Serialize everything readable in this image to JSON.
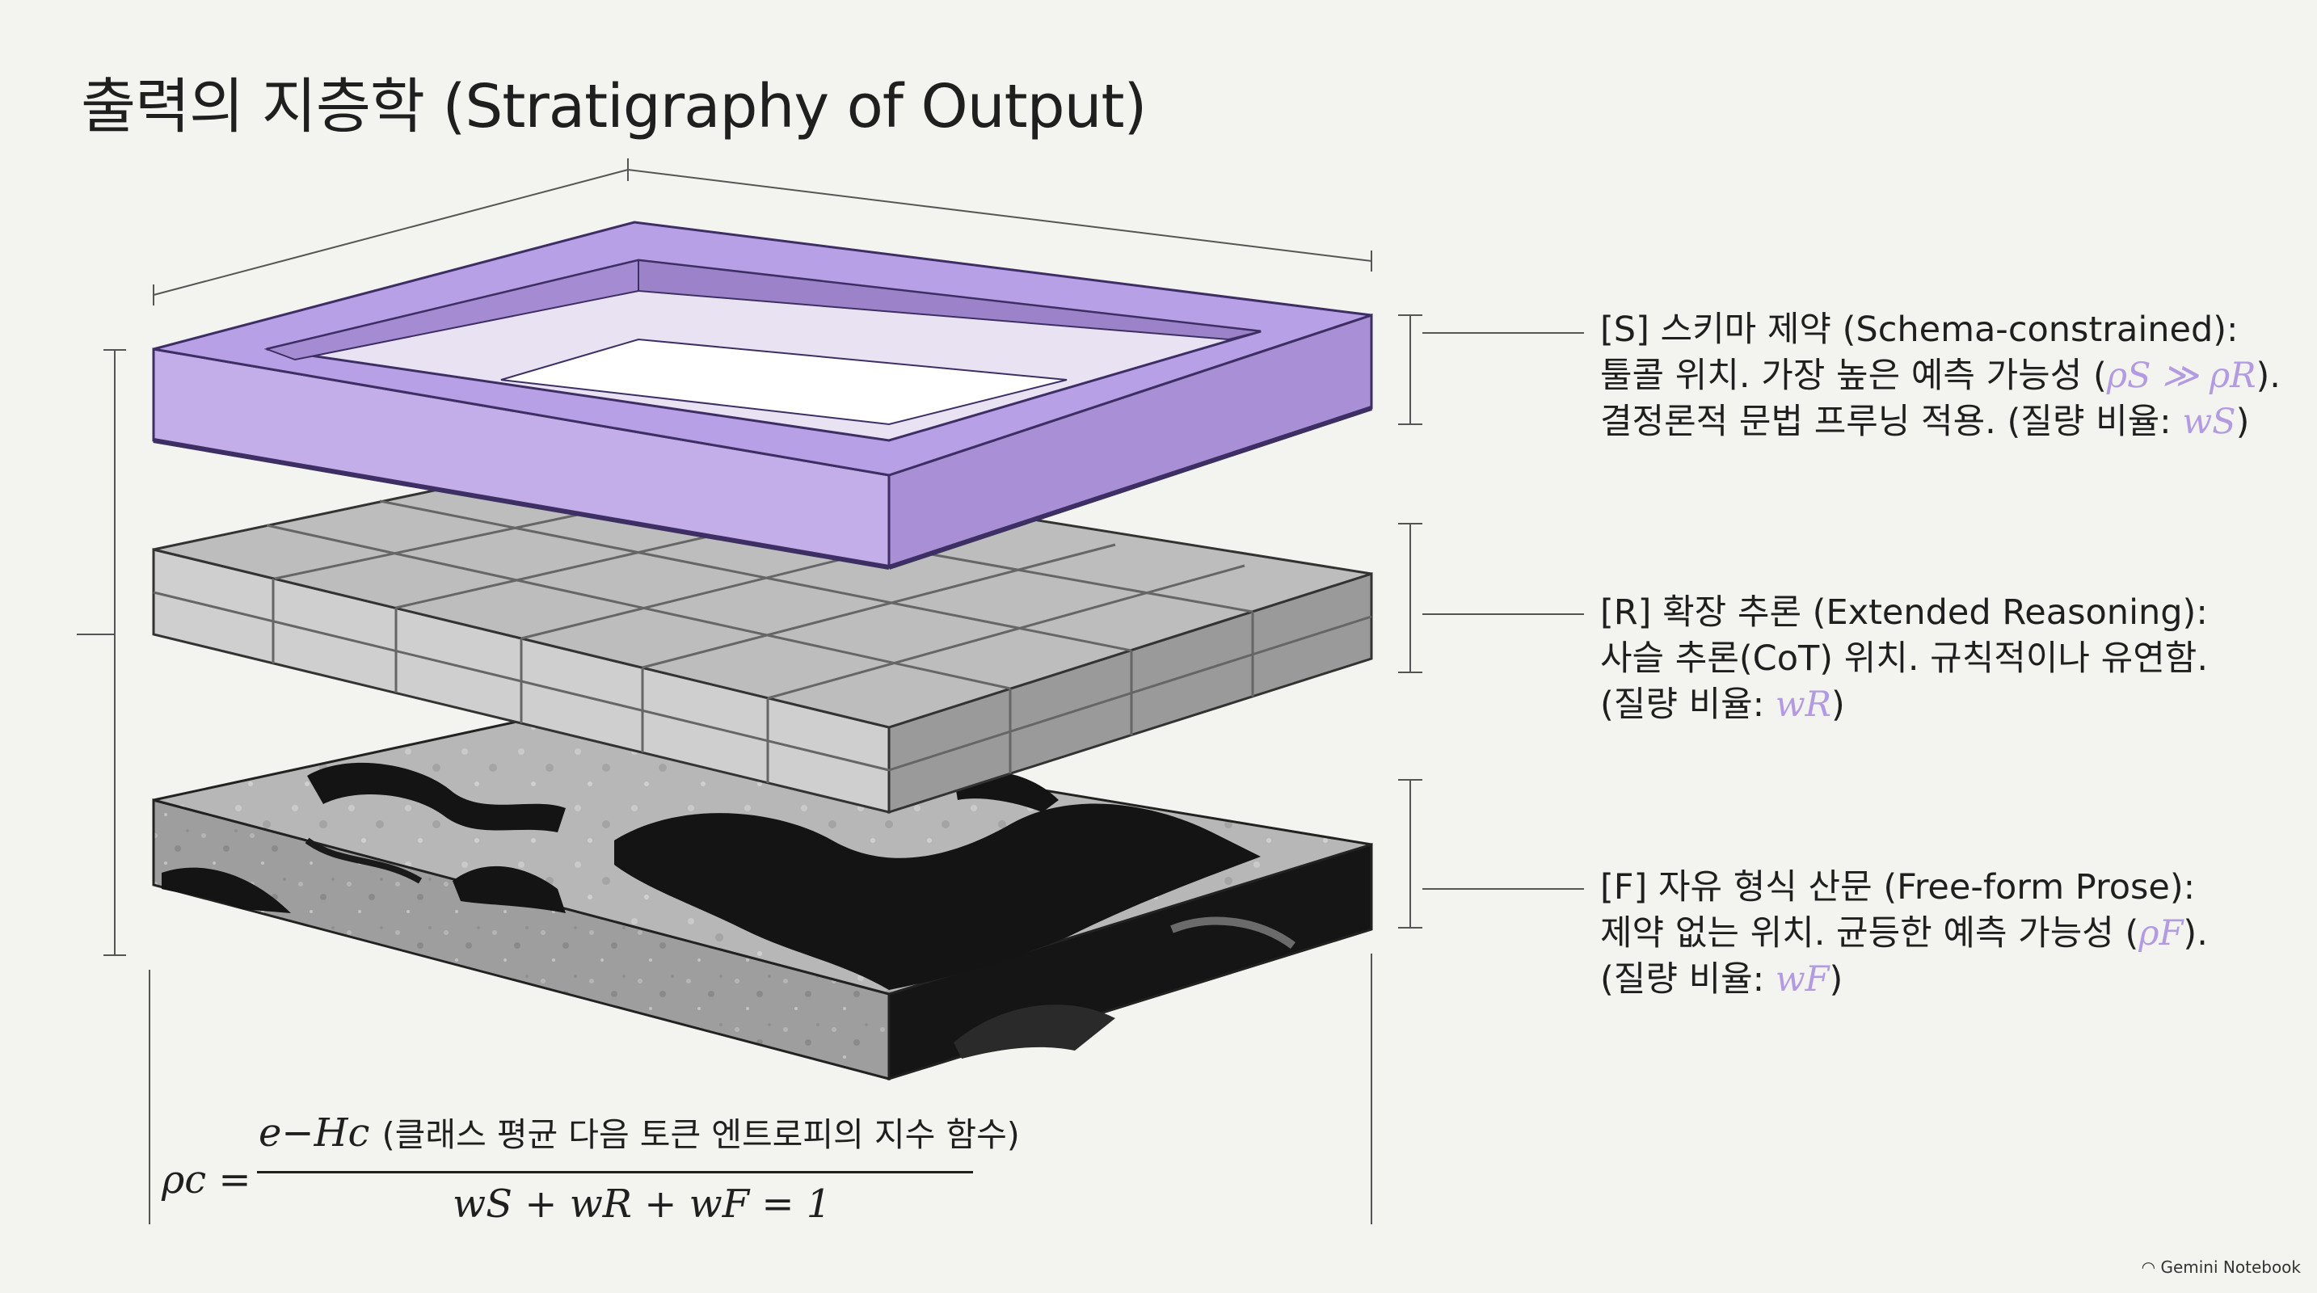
{
  "title": "출력의 지층학 (Stratigraphy of Output)",
  "layers": {
    "schema": {
      "heading": "[S] 스키마 제약 (Schema-constrained):",
      "line2_prefix": "툴콜 위치. 가장 높은 예측 가능성 (",
      "line2_math": "ρS ≫ ρR",
      "line2_suffix": ").",
      "line3_prefix": "결정론적 문법 프루닝 적용. (질량 비율: ",
      "line3_math": "wS",
      "line3_suffix": ")"
    },
    "reasoning": {
      "heading": "[R] 확장 추론 (Extended Reasoning):",
      "line2": "사슬 추론(CoT) 위치. 규칙적이나 유연함.",
      "line3_prefix": "(질량 비율: ",
      "line3_math": "wR",
      "line3_suffix": ")"
    },
    "prose": {
      "heading": "[F] 자유 형식 산문 (Free-form Prose):",
      "line2_prefix": "제약 없는 위치. 균등한 예측 가능성 (",
      "line2_math": "ρF",
      "line2_suffix": ").",
      "line3_prefix": "(질량 비율: ",
      "line3_math": "wF",
      "line3_suffix": ")"
    }
  },
  "formula": {
    "lhs": "ρc =",
    "numerator_expression": "e−Hc",
    "numerator_description": "(클래스 평균 다음 토큰 엔트로피의 지수 함수)",
    "denominator": "wS + wR + wF = 1"
  },
  "watermark": "Gemini Notebook",
  "colors": {
    "background": "#f3f3ef",
    "accent_purple": "#b39be2",
    "frame_purple": "#c3aeea",
    "grid_gray": "#bdbdbd",
    "prose_black": "#141414"
  }
}
